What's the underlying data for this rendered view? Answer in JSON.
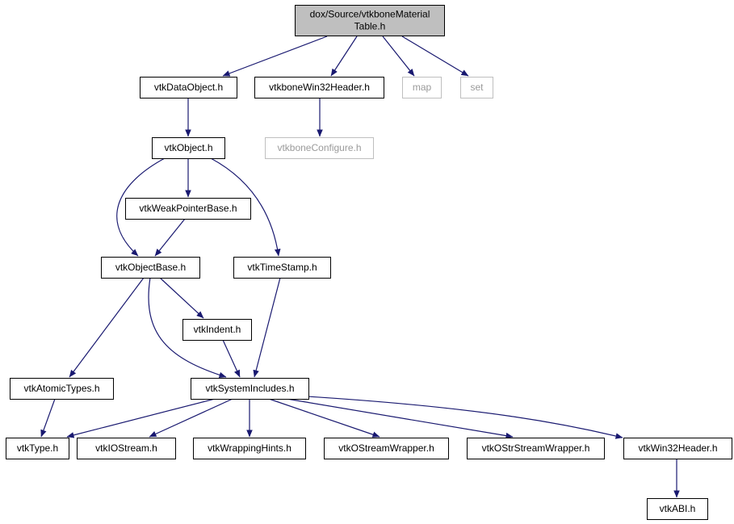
{
  "colors": {
    "edge": "#191970",
    "root_fill": "#bfbfbf",
    "node_border": "#000000",
    "external_border": "#bfbfbf",
    "external_text": "#9a9a9a",
    "background": "#ffffff"
  },
  "nodes": [
    {
      "id": "root",
      "lines": [
        "dox/Source/vtkboneMaterial",
        "Table.h"
      ],
      "kind": "root"
    },
    {
      "id": "vtkDataObject",
      "lines": [
        "vtkDataObject.h"
      ],
      "kind": "normal"
    },
    {
      "id": "vtkboneWin32Header",
      "lines": [
        "vtkboneWin32Header.h"
      ],
      "kind": "normal"
    },
    {
      "id": "map",
      "lines": [
        "map"
      ],
      "kind": "external"
    },
    {
      "id": "set",
      "lines": [
        "set"
      ],
      "kind": "external"
    },
    {
      "id": "vtkboneConfigure",
      "lines": [
        "vtkboneConfigure.h"
      ],
      "kind": "external"
    },
    {
      "id": "vtkObject",
      "lines": [
        "vtkObject.h"
      ],
      "kind": "normal"
    },
    {
      "id": "vtkWeakPointerBase",
      "lines": [
        "vtkWeakPointerBase.h"
      ],
      "kind": "normal"
    },
    {
      "id": "vtkObjectBase",
      "lines": [
        "vtkObjectBase.h"
      ],
      "kind": "normal"
    },
    {
      "id": "vtkTimeStamp",
      "lines": [
        "vtkTimeStamp.h"
      ],
      "kind": "normal"
    },
    {
      "id": "vtkIndent",
      "lines": [
        "vtkIndent.h"
      ],
      "kind": "normal"
    },
    {
      "id": "vtkAtomicTypes",
      "lines": [
        "vtkAtomicTypes.h"
      ],
      "kind": "normal"
    },
    {
      "id": "vtkSystemIncludes",
      "lines": [
        "vtkSystemIncludes.h"
      ],
      "kind": "normal"
    },
    {
      "id": "vtkType",
      "lines": [
        "vtkType.h"
      ],
      "kind": "normal"
    },
    {
      "id": "vtkIOStream",
      "lines": [
        "vtkIOStream.h"
      ],
      "kind": "normal"
    },
    {
      "id": "vtkWrappingHints",
      "lines": [
        "vtkWrappingHints.h"
      ],
      "kind": "normal"
    },
    {
      "id": "vtkOStreamWrapper",
      "lines": [
        "vtkOStreamWrapper.h"
      ],
      "kind": "normal"
    },
    {
      "id": "vtkOStrStreamWrapper",
      "lines": [
        "vtkOStrStreamWrapper.h"
      ],
      "kind": "normal"
    },
    {
      "id": "vtkWin32Header",
      "lines": [
        "vtkWin32Header.h"
      ],
      "kind": "normal"
    },
    {
      "id": "vtkABI",
      "lines": [
        "vtkABI.h"
      ],
      "kind": "normal"
    }
  ],
  "edges": [
    {
      "from": "root",
      "to": "vtkDataObject"
    },
    {
      "from": "root",
      "to": "vtkboneWin32Header"
    },
    {
      "from": "root",
      "to": "map"
    },
    {
      "from": "root",
      "to": "set"
    },
    {
      "from": "vtkDataObject",
      "to": "vtkObject"
    },
    {
      "from": "vtkboneWin32Header",
      "to": "vtkboneConfigure"
    },
    {
      "from": "vtkObject",
      "to": "vtkWeakPointerBase"
    },
    {
      "from": "vtkObject",
      "to": "vtkObjectBase"
    },
    {
      "from": "vtkObject",
      "to": "vtkTimeStamp"
    },
    {
      "from": "vtkWeakPointerBase",
      "to": "vtkObjectBase"
    },
    {
      "from": "vtkObjectBase",
      "to": "vtkIndent"
    },
    {
      "from": "vtkObjectBase",
      "to": "vtkAtomicTypes"
    },
    {
      "from": "vtkObjectBase",
      "to": "vtkSystemIncludes"
    },
    {
      "from": "vtkIndent",
      "to": "vtkSystemIncludes"
    },
    {
      "from": "vtkTimeStamp",
      "to": "vtkSystemIncludes"
    },
    {
      "from": "vtkAtomicTypes",
      "to": "vtkType"
    },
    {
      "from": "vtkSystemIncludes",
      "to": "vtkType"
    },
    {
      "from": "vtkSystemIncludes",
      "to": "vtkIOStream"
    },
    {
      "from": "vtkSystemIncludes",
      "to": "vtkWrappingHints"
    },
    {
      "from": "vtkSystemIncludes",
      "to": "vtkOStreamWrapper"
    },
    {
      "from": "vtkSystemIncludes",
      "to": "vtkOStrStreamWrapper"
    },
    {
      "from": "vtkSystemIncludes",
      "to": "vtkWin32Header"
    },
    {
      "from": "vtkWin32Header",
      "to": "vtkABI"
    }
  ]
}
